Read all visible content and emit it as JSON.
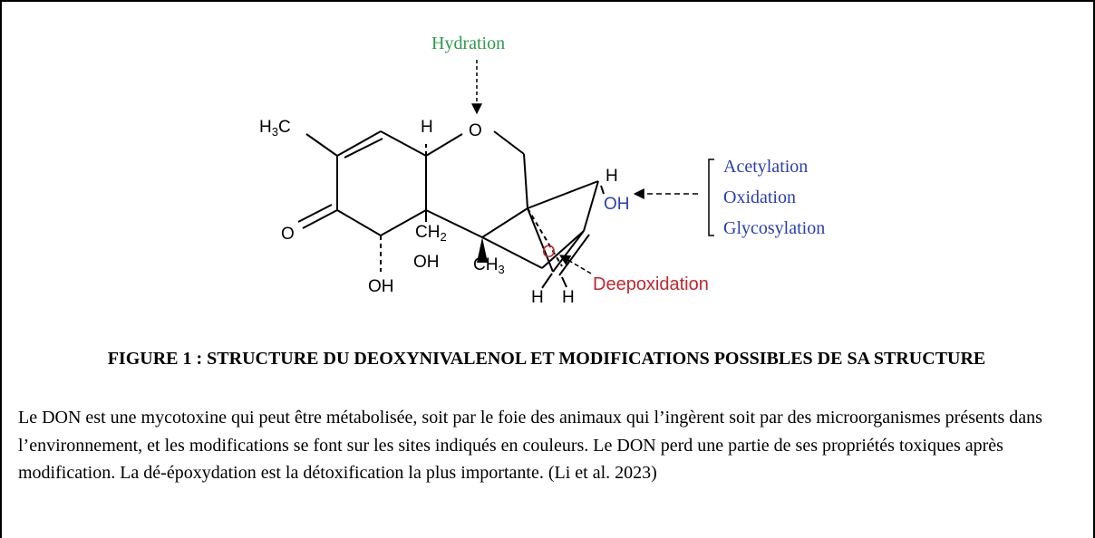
{
  "colors": {
    "green": "#2e9a4e",
    "blue": "#2a3eb1",
    "red": "#c0282d",
    "black": "#000000"
  },
  "diagram": {
    "hydration_label": "Hydration",
    "modifications": [
      "Acetylation",
      "Oxidation",
      "Glycosylation"
    ],
    "deepoxidation_label": "Deepoxidation",
    "atoms": {
      "h3c": "H3C",
      "o_ketone": "O",
      "o_ring": "O",
      "h_top": "H",
      "oh_bottom": "OH",
      "ch2": "CH2",
      "oh_ch2": "OH",
      "ch3": "CH3",
      "h_oh": "H",
      "oh_right": "OH",
      "o_epoxide": "O",
      "h_left": "H",
      "h_right": "H"
    }
  },
  "caption": {
    "title": "FIGURE 1 : STRUCTURE DU DEOXYNIVALENOL ET MODIFICATIONS POSSIBLES DE SA STRUCTURE",
    "text": "Le DON est une mycotoxine qui peut être métabolisée, soit par le foie des animaux qui l’ingèrent soit par des microorganismes présents dans l’environnement, et les modifications se font sur les sites indiqués en couleurs. Le DON perd une partie de ses propriétés toxiques après modification. La dé-époxydation est la détoxification la plus importante. (Li et al. 2023)"
  }
}
